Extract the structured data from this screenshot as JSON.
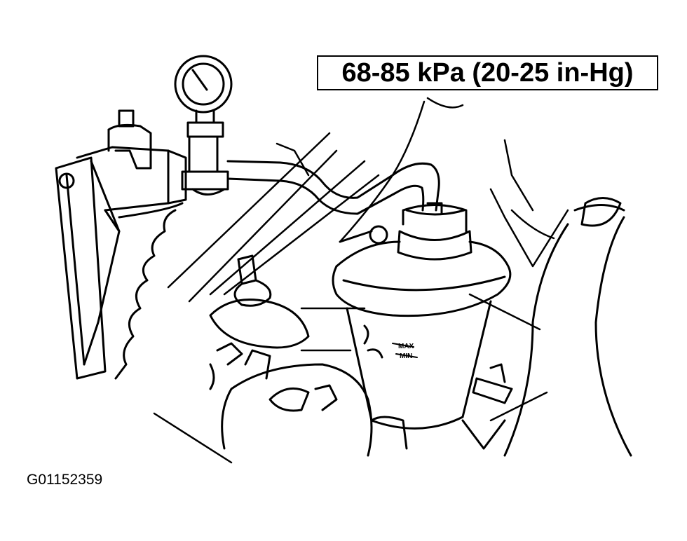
{
  "callout": {
    "label": "68-85 kPa (20-25 in-Hg)"
  },
  "figure": {
    "id": "G01152359"
  },
  "reservoir": {
    "max_mark": "MAX",
    "min_mark": "MIN"
  },
  "colors": {
    "line": "#000000",
    "background": "#ffffff"
  }
}
